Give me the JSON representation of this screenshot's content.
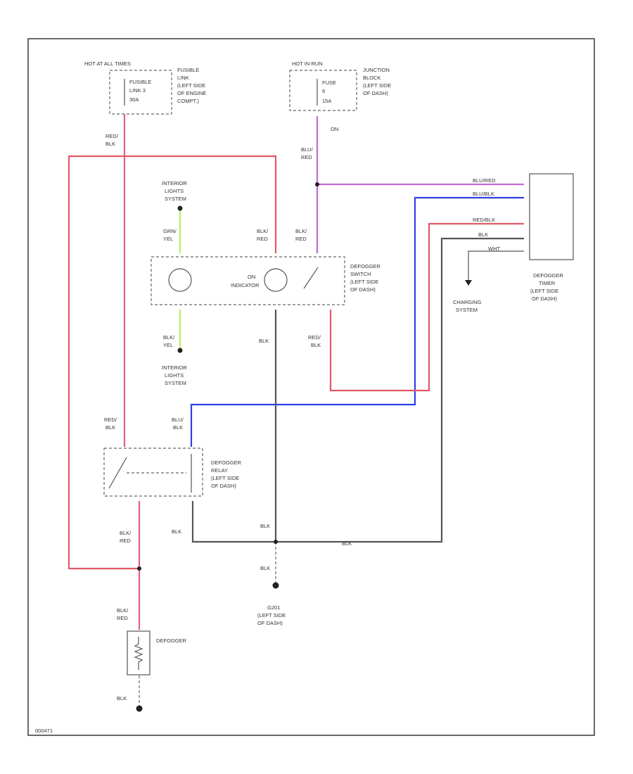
{
  "colors": {
    "red": "#e05a64",
    "pink": "#e0608a",
    "violet": "#c06ad8",
    "blue": "#2e3fe8",
    "black": "#555555",
    "green_yellow": "#b8f060"
  },
  "labels": {
    "hot_at_all_times": "HOT AT ALL TIMES",
    "fusible_link_fuse": "FUSIBLE",
    "fusible_link_fuse2": "LINK 3",
    "fusible_link_amps": "30A",
    "fusible_loc1": "FUSIBLE",
    "fusible_loc2": "LINK",
    "fusible_loc3": "(LEFT SIDE",
    "fusible_loc4": "OF ENGINE",
    "fusible_loc5": "COMPT.)",
    "hot_in_run": "HOT IN RUN",
    "fuse_label": "FUSE",
    "fuse_num": "6",
    "fuse_amps": "15A",
    "jb1": "JUNCTION",
    "jb2": "BLOCK",
    "jb3": "(LEFT SIDE",
    "jb4": "OF DASH)",
    "wire_red_blk": "RED/\nBLK",
    "w_red": "RED/",
    "w_blk": "BLK",
    "w_blu": "BLU/",
    "w_red2": "RED",
    "w_grn": "GRN/",
    "w_yel": "YEL",
    "w_blk_yel1": "BLK/",
    "w_blk_yel2": "YEL",
    "w_red_blk_low1": "RED/",
    "w_red_blk_low2": "BLK",
    "w_blk_single": "BLK",
    "w_blu_blk1": "BLU/",
    "w_blu_blk2": "BLK",
    "w_blk_red1": "BLK/",
    "w_blk_red2": "RED",
    "w_blk_red3": "BLK/",
    "w_blk_red4": "RED",
    "int1": "INTERIOR",
    "int2": "LIGHTS",
    "int3": "SYSTEM",
    "int_b1": "INTERIOR",
    "int_b2": "LIGHTS",
    "int_b3": "SYSTEM",
    "on_indicator1": "ON",
    "on_indicator2": "INDICATOR",
    "sw1": "DEFOGGER",
    "sw2": "SWITCH",
    "sw3": "(LEFT SIDE",
    "sw4": "OF DASH)",
    "relay1": "DEFOGGER",
    "relay2": "RELAY",
    "relay3": "(LEFT SIDE",
    "relay4": "OF DASH)",
    "timer1": "DEFOGGER",
    "timer2": "TIMER",
    "timer3": "(LEFT SIDE",
    "timer4": "OF DASH)",
    "timer_pin1": "BLU/RED",
    "timer_pin2": "BLU/BLK",
    "timer_pin3": "RED/BLK",
    "timer_pin4": "BLK",
    "timer_pin5": "WHT",
    "charging1": "CHARGING",
    "charging2": "SYSTEM",
    "g201": "G201",
    "g201b": "(LEFT SIDE",
    "g201c": "OF DASH)",
    "defogger": "DEFOGGER",
    "blk_bottom": "BLK",
    "blk_g": "BLK",
    "blk_mid": "BLK",
    "blk_relay": "BLK",
    "blk_horizontal": "BLK",
    "on_label": "ON",
    "diagram_id": "000471"
  }
}
